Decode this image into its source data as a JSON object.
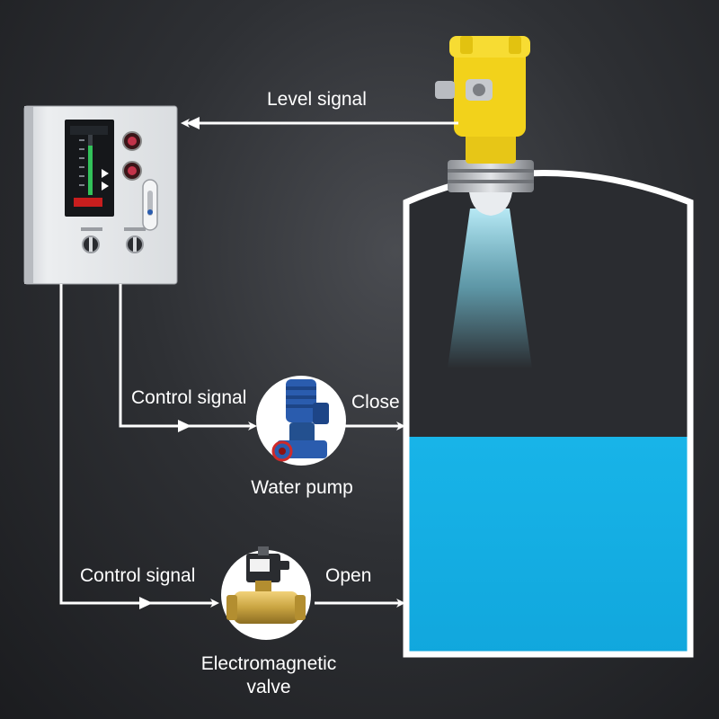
{
  "signals": {
    "level": "Level signal",
    "pump_control": "Control signal",
    "valve_control": "Control signal",
    "pump_action": "Close",
    "valve_action": "Open"
  },
  "devices": {
    "pump_name": "Water pump",
    "valve_name_line1": "Electromagnetic",
    "valve_name_line2": "valve"
  },
  "colors": {
    "water": "#1ab5e6",
    "tank_outline": "#ffffff",
    "sensor_yellow": "#f2d21b",
    "cabinet": "#e3e5e8",
    "pump_blue": "#2a5cae",
    "valve_brass": "#c9a441"
  }
}
